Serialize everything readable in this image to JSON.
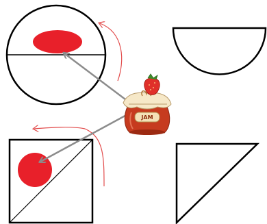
{
  "jar": {
    "label": "JAM",
    "icon": "strawberry-jam-jar-icon"
  },
  "colors": {
    "fill_red": "#e8202a",
    "arrow_gray": "#8c8c8c",
    "hint_arrow_red": "#e24b4b",
    "outline": "#000000"
  },
  "shapes": [
    {
      "name": "circle-halved",
      "has_red_fill": true
    },
    {
      "name": "semicircle",
      "has_red_fill": false
    },
    {
      "name": "square-diagonal",
      "has_red_fill": true
    },
    {
      "name": "right-triangle",
      "has_red_fill": false
    }
  ]
}
